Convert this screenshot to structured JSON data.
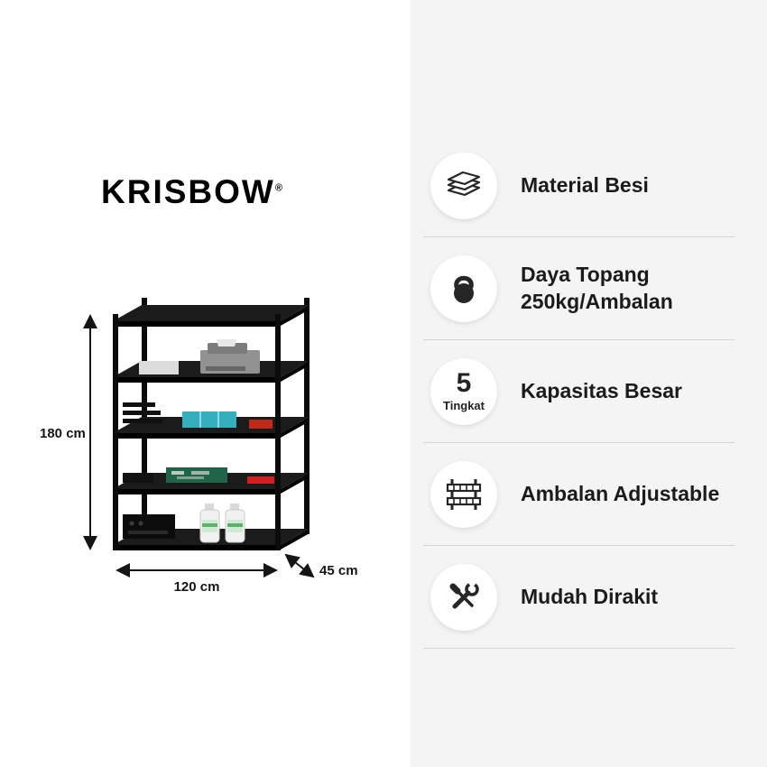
{
  "brand": {
    "name": "KRISBOW",
    "registered": "®"
  },
  "product": {
    "dimensions": {
      "height": "180 cm",
      "width": "120 cm",
      "depth": "45 cm"
    }
  },
  "features": [
    {
      "icon": "metal-sheets-icon",
      "label_lines": [
        "Material Besi"
      ]
    },
    {
      "icon": "kettlebell-weight-icon",
      "label_lines": [
        "Daya Topang",
        "250kg/Ambalan"
      ]
    },
    {
      "icon": "five-tier-badge",
      "badge": {
        "number": "5",
        "caption": "Tingkat"
      },
      "label_lines": [
        "Kapasitas Besar"
      ]
    },
    {
      "icon": "adjustable-shelf-icon",
      "label_lines": [
        "Ambalan Adjustable"
      ]
    },
    {
      "icon": "tools-icon",
      "label_lines": [
        "Mudah Dirakit"
      ]
    }
  ]
}
